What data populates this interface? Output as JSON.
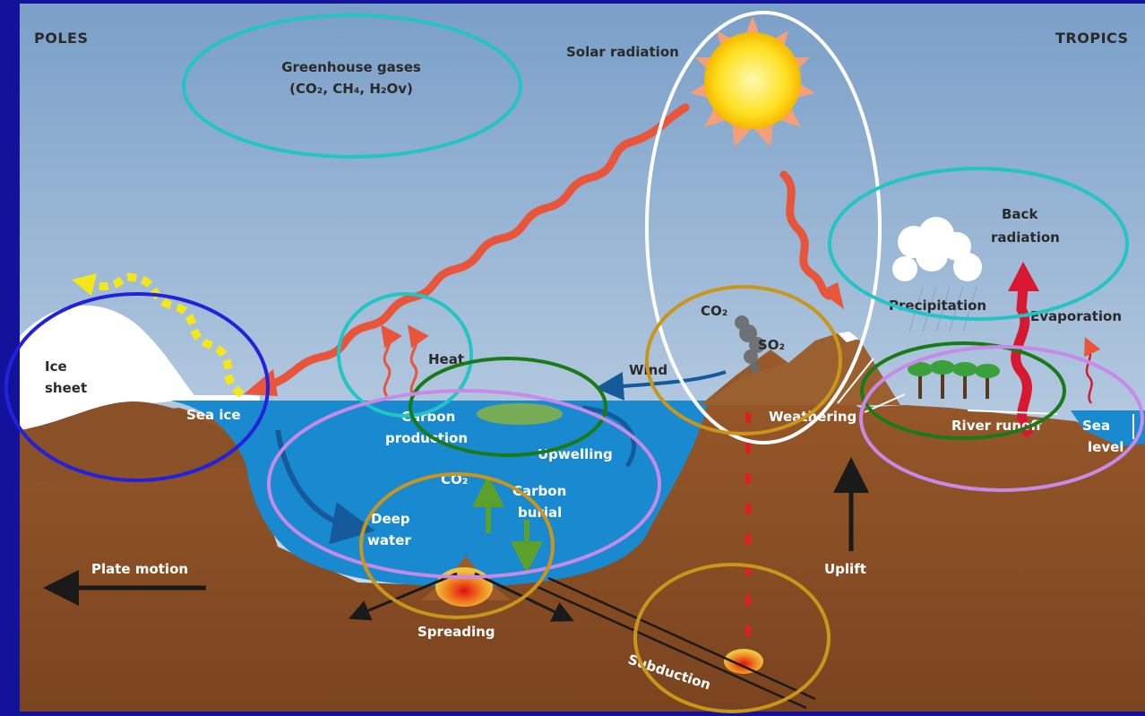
{
  "corner_labels": {
    "left": "POLES",
    "right": "TROPICS"
  },
  "greenhouse": {
    "line1": "Greenhouse gases",
    "line2": "(CO₂, CH₄, H₂Ov)"
  },
  "labels": {
    "solar_radiation": "Solar radiation",
    "back_radiation_1": "Back",
    "back_radiation_2": "radiation",
    "precipitation": "Precipitation",
    "evaporation": "Evaporation",
    "co2_volcano": "CO₂",
    "so2_volcano": "SO₂",
    "heat": "Heat",
    "wind": "Wind",
    "ice_sheet_1": "Ice",
    "ice_sheet_2": "sheet",
    "sea_ice": "Sea ice",
    "carbon_production_1": "Carbon",
    "carbon_production_2": "production",
    "upwelling": "Upwelling",
    "co2_ocean": "CO₂",
    "carbon_burial_1": "Carbon",
    "carbon_burial_2": "burial",
    "deep_water_1": "Deep",
    "deep_water_2": "water",
    "weathering": "Weathering",
    "river_runoff": "River runoff",
    "sea_level_1": "Sea",
    "sea_level_2": "level",
    "plate_motion": "Plate motion",
    "uplift": "Uplift",
    "spreading": "Spreading",
    "subduction": "Subduction"
  },
  "colors": {
    "frame": "#12129a",
    "sky_top": "#7a9fc8",
    "sky_bottom": "#d8e4ee",
    "ocean": "#1a8ad0",
    "land": "#8a5028",
    "arrow_red": "#e8553a",
    "circle_cyan": "#22c4c4",
    "circle_white": "#ffffff",
    "circle_gold": "#c8961a",
    "circle_green": "#1a7a1a",
    "circle_violet": "#c88ae8",
    "circle_blue": "#2222dd"
  }
}
